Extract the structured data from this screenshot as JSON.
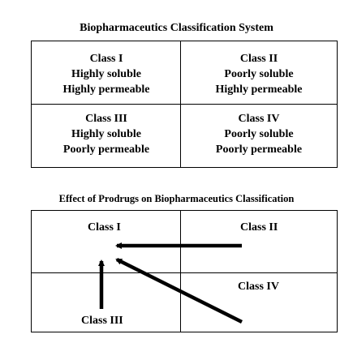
{
  "bcs": {
    "title": "Biopharmaceutics Classification System",
    "class1": {
      "name": "Class I",
      "solubility": "Highly soluble",
      "permeability": "Highly permeable"
    },
    "class2": {
      "name": "Class II",
      "solubility": "Poorly soluble",
      "permeability": "Highly permeable"
    },
    "class3": {
      "name": "Class III",
      "solubility": "Highly soluble",
      "permeability": "Poorly permeable"
    },
    "class4": {
      "name": "Class IV",
      "solubility": "Poorly soluble",
      "permeability": "Poorly permeable"
    }
  },
  "prodrugs": {
    "title": "Effect of Prodrugs on Biopharmaceutics Classification",
    "class1": "Class I",
    "class2": "Class II",
    "class3": "Class III",
    "class4": "Class IV"
  }
}
